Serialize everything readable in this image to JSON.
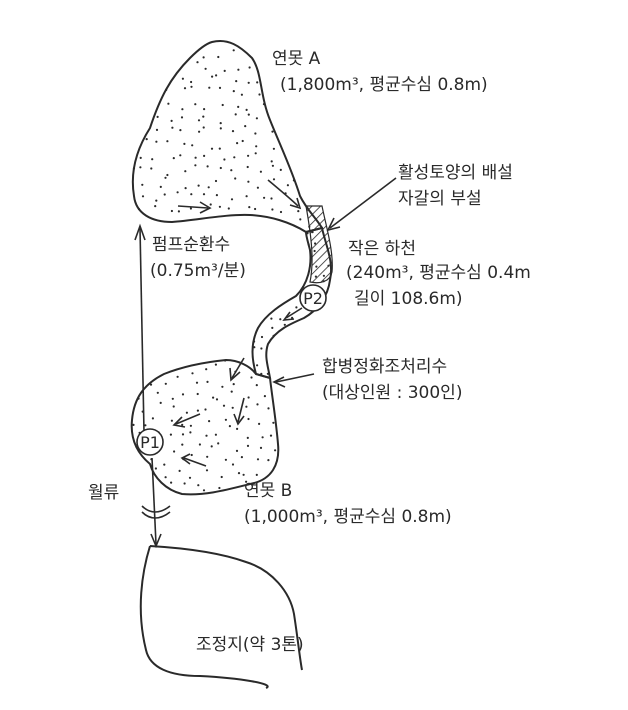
{
  "pond_a": {
    "name": "연못 A",
    "detail": "(1,800m³, 평균수심 0.8m)"
  },
  "gravel_note": {
    "line1": "활성토양의 배설",
    "line2": "자갈의 부설"
  },
  "stream": {
    "name": "작은 하천",
    "detail": "(240m³, 평균수심 0.4m",
    "length": "길이 108.6m)"
  },
  "pump": {
    "name": "펌프순환수",
    "flow": "(0.75m³/분)"
  },
  "septic": {
    "name": "합병정화조처리수",
    "capacity": "(대상인원 : 300인)"
  },
  "pond_b": {
    "name": "연못 B",
    "detail": "(1,000m³, 평균수심 0.8m)"
  },
  "overflow": {
    "label": "월류"
  },
  "basin": {
    "label": "조정지(약 3톤)"
  },
  "pumps": {
    "p1": "P1",
    "p2": "P2"
  }
}
